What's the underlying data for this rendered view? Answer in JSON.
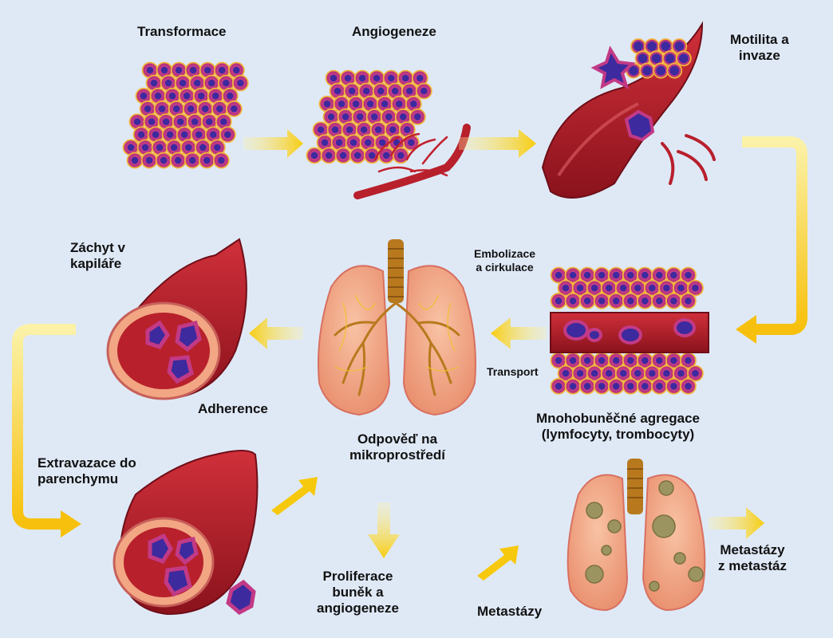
{
  "labels": {
    "transformation": "Transformace",
    "angiogenesis": "Angiogeneze",
    "motility": "Motilita a\ninvaze",
    "embolization": "Embolizace\na cirkulace",
    "transport": "Transport",
    "aggregation": "Mnohobuněčné agregace\n(lymfocyty, trombocyty)",
    "capillary_arrest": "Záchyt v\nkapiláře",
    "adherence": "Adherence",
    "microenvironment": "Odpověď na\nmikroprostředí",
    "extravasation": "Extravazace do\nparenchymu",
    "proliferation": "Proliferace\nbuněk a\nangiogeneze",
    "metastases": "Metastázy",
    "metastases_of_metastases": "Metastázy\nz metastáz"
  },
  "colors": {
    "background": "#dfe9f6",
    "cell_fill": "#c23a86",
    "cell_outline": "#f2b43c",
    "nucleus": "#3c2a9e",
    "vessel": "#b8202c",
    "vessel_dark": "#7a0f1a",
    "arrow": "#f7d21b",
    "lung": "#f2a683",
    "bronchi": "#b8791e"
  }
}
